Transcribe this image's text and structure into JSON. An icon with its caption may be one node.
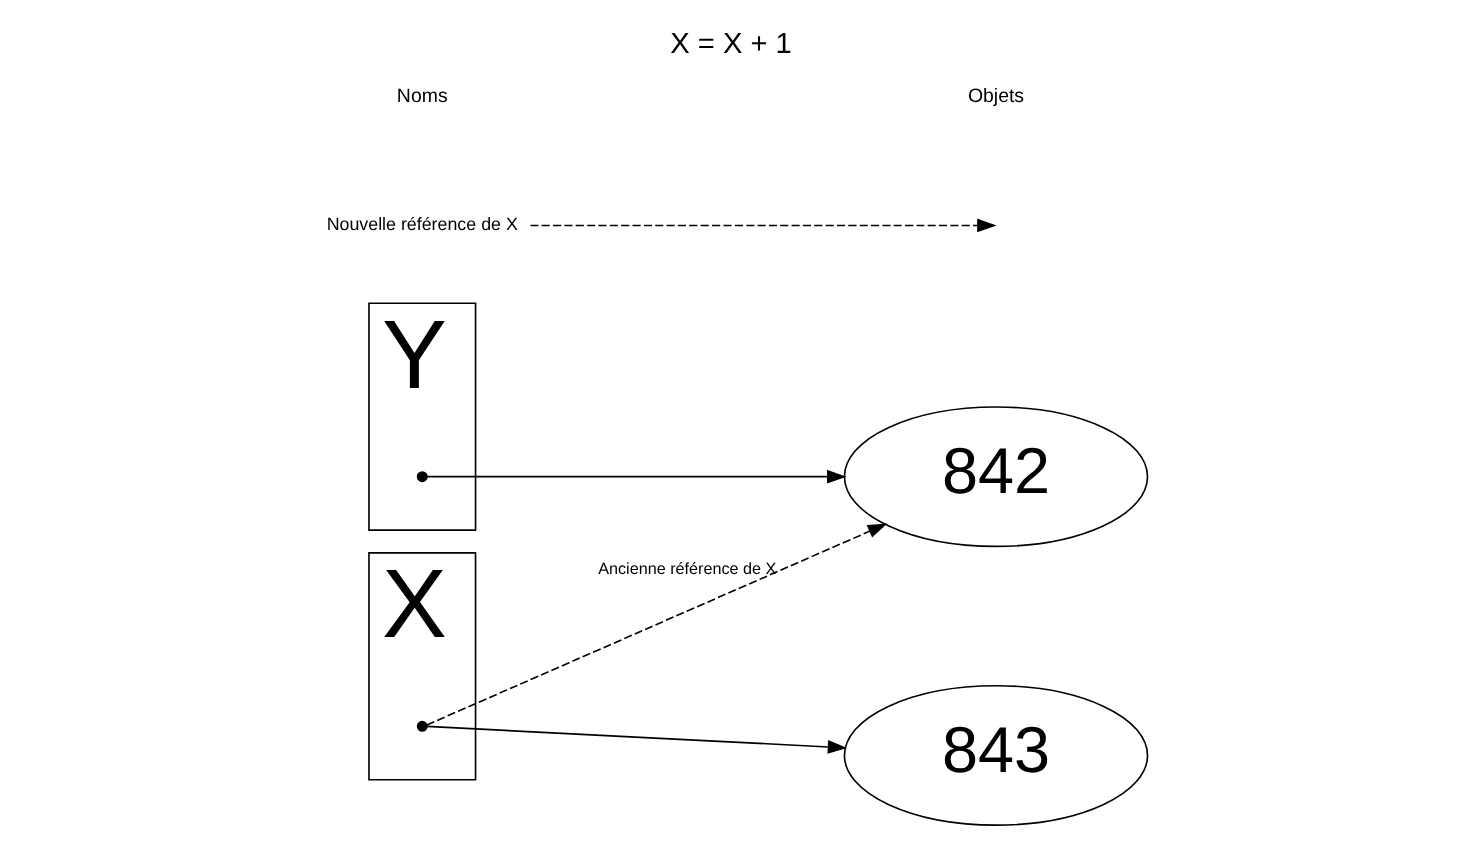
{
  "diagram": {
    "title": "X = X + 1",
    "nodes": [
      {
        "text": [],
        "shape": "box",
        "beside": [
          "X"
        ]
      },
      {
        "text": [],
        "shape": "circle",
        "in": 0
      },
      {
        "text": [],
        "shape": "box",
        "beside": [
          "Y"
        ]
      },
      {
        "text": [],
        "shape": "circle",
        "in": 2
      },
      {
        "text": [
          "842"
        ]
      },
      {
        "text": [
          "843"
        ]
      },
      {
        "text": [
          "Nouvelle référence de X"
        ]
      }
    ],
    "edges": [
      {
        "from": 1,
        "to": 4,
        "arrow": "to",
        "style": "dashed",
        "label": "Ancienne référence de X"
      },
      {
        "from": 1,
        "to": 5,
        "arrow": "to"
      },
      {
        "from": 3,
        "to": 4,
        "arrow": "to"
      },
      {
        "from": 6,
        "to": null,
        "arrow": "to",
        "style": "dashed"
      }
    ],
    "labels": [
      "Noms",
      "Objets"
    ]
  }
}
